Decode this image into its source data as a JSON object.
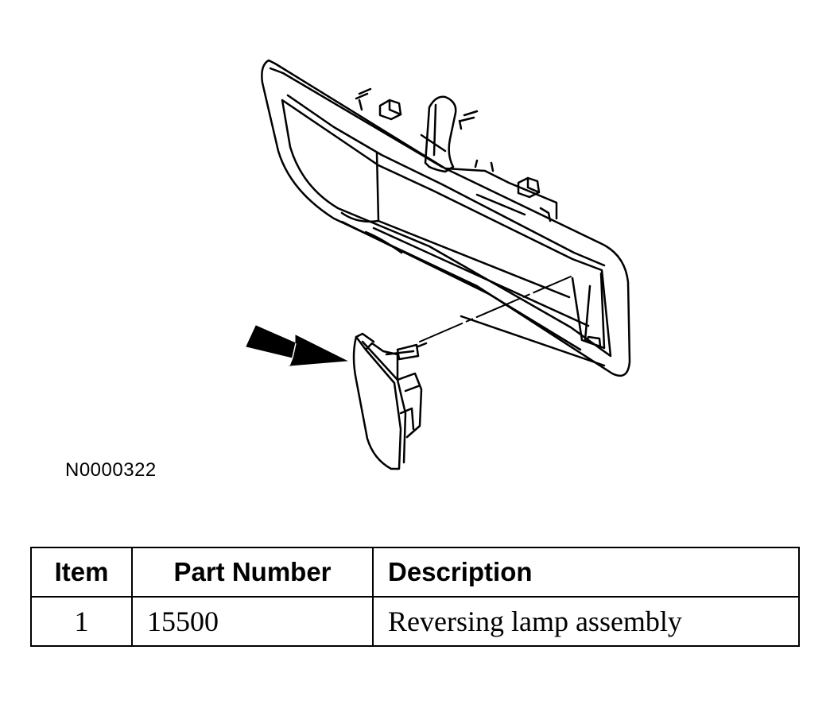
{
  "figure": {
    "code": "N0000322",
    "components": {
      "bezel": "rear-bezel-outline",
      "lamp": "reversing-lamp-assembly",
      "pointer": "indicator-arrow"
    }
  },
  "parts_table": {
    "headers": {
      "item": "Item",
      "part_number": "Part Number",
      "description": "Description"
    },
    "rows": [
      {
        "item": "1",
        "part_number": "15500",
        "description": "Reversing lamp assembly"
      }
    ]
  }
}
